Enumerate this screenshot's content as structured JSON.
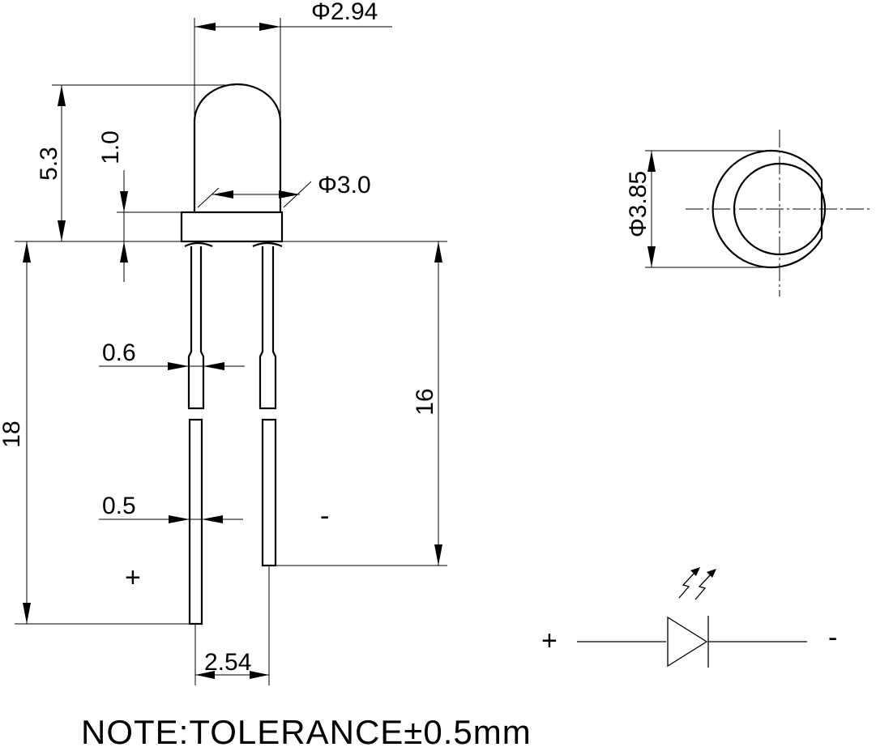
{
  "dimensions": {
    "lens_diameter": "Φ2.94",
    "flange_diameter": "Φ3.0",
    "total_height": "5.3",
    "flange_height": "1.0",
    "lead_width_upper": "0.6",
    "lead_width_lower": "0.5",
    "long_lead_length": "18",
    "short_lead_length": "16",
    "lead_spacing": "2.54",
    "top_view_diameter": "Φ3.85"
  },
  "polarity": {
    "anode": "+",
    "cathode": "-"
  },
  "symbol": {
    "anode": "+",
    "cathode": "-"
  },
  "note": "NOTE:TOLERANCE±0.5mm"
}
